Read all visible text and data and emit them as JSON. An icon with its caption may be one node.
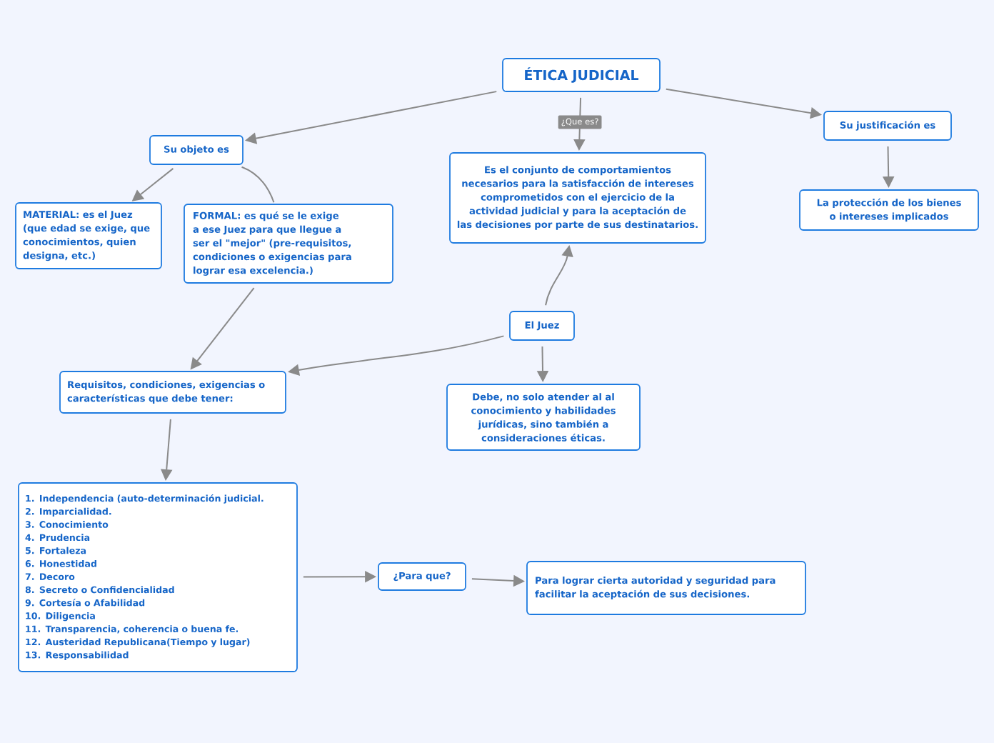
{
  "diagram": {
    "nodes": [
      {
        "text": [
          "ÉTICA JUDICIAL"
        ]
      },
      {
        "text": [
          "Su objeto es"
        ]
      },
      {
        "text": [
          "Es el conjunto de comportamientos necesarios para la satisfacción de intereses comprometidos con el ejercicio de la actividad judicial y para la aceptación de las decisiones por parte de sus destinatarios."
        ]
      },
      {
        "text": [
          "Su justificación es"
        ]
      },
      {
        "text": [
          "La protección de los bienes o intereses implicados"
        ]
      },
      {
        "text": [
          "MATERIAL: es el Juez (que edad se exige, que conocimientos, quien designa, etc.)"
        ]
      },
      {
        "text": [
          "FORMAL: es qué se le exige a ese Juez para que llegue a ser el \"mejor\" (pre-requisitos, condiciones o exigencias para lograr esa excelencia.)"
        ]
      },
      {
        "text": [
          "El Juez"
        ]
      },
      {
        "text": [
          "Requisitos, condiciones, exigencias o características que debe tener:"
        ]
      },
      {
        "text": [
          "Debe, no solo atender al al conocimiento y habilidades jurídicas, sino también a consideraciones éticas."
        ]
      },
      {
        "text": [
          "1. Independencia (auto-determinación judicial.",
          "2. Imparcialidad.",
          "3. Conocimiento",
          "4. Prudencia",
          "5. Fortaleza",
          "6. Honestidad",
          "7. Decoro",
          "8. Secreto o Confidencialidad",
          "9. Cortesía o Afabilidad",
          "10. Diligencia",
          "11. Transparencia, coherencia o buena fe.",
          "12. Austeridad Republicana(Tiempo y lugar)",
          "13. Responsabilidad"
        ]
      },
      {
        "text": [
          "¿Para que?"
        ]
      },
      {
        "text": [
          "Para lograr cierta autoridad y seguridad para facilitar la aceptación de sus decisiones."
        ]
      }
    ],
    "edges": [
      {
        "from": 0,
        "to": 1,
        "arrow": "to"
      },
      {
        "from": 0,
        "to": 2,
        "arrow": "to",
        "label": "¿Que es?"
      },
      {
        "from": 0,
        "to": 3,
        "arrow": "to"
      },
      {
        "from": 3,
        "to": 4,
        "arrow": "to"
      },
      {
        "from": 1,
        "to": 5,
        "arrow": "to"
      },
      {
        "from": 1,
        "to": 6,
        "arrow": "none"
      },
      {
        "from": 6,
        "to": 8,
        "arrow": "to"
      },
      {
        "from": 7,
        "to": 2,
        "arrow": "to"
      },
      {
        "from": 7,
        "to": 8,
        "arrow": "to"
      },
      {
        "from": 7,
        "to": 9,
        "arrow": "to"
      },
      {
        "from": 8,
        "to": 10,
        "arrow": "to"
      },
      {
        "from": 10,
        "to": 11,
        "arrow": "to"
      },
      {
        "from": 11,
        "to": 12,
        "arrow": "to"
      }
    ]
  }
}
